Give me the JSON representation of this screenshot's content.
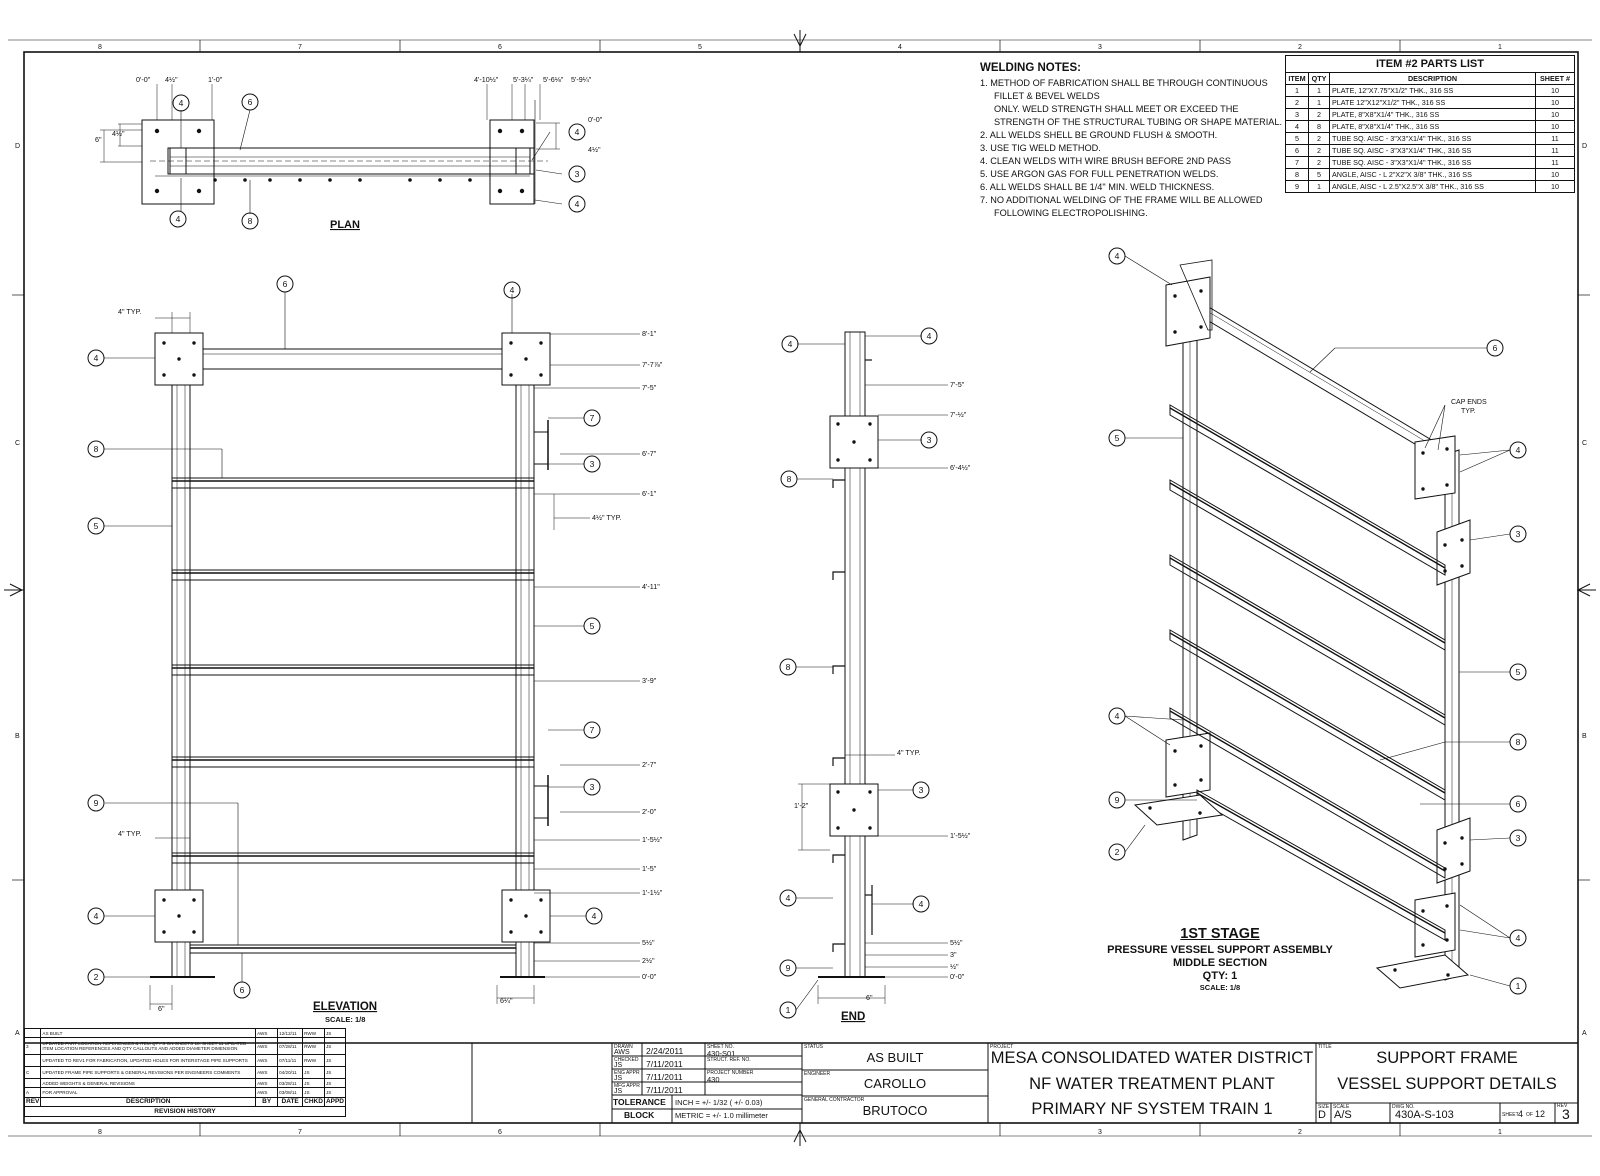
{
  "border": {
    "cols": [
      "8",
      "7",
      "6",
      "5",
      "4",
      "3",
      "2",
      "1"
    ],
    "rows": [
      "D",
      "C",
      "B",
      "A"
    ]
  },
  "plan": {
    "title": "PLAN",
    "dims": [
      "0'-0\"",
      "4½\"",
      "1'-0\"",
      "4'-10½\"",
      "5'-3¼\"",
      "5'-6⅛\"",
      "5'-9¼\"",
      "0'-0\"",
      "4½\"",
      "6\"",
      "4½\""
    ],
    "callouts": [
      "4",
      "6",
      "4",
      "3",
      "4",
      "4",
      "8"
    ]
  },
  "elevation": {
    "title": "ELEVATION",
    "scale": "SCALE: 1/8",
    "typ_top": "4\" TYP.",
    "typ_mid": "4\" TYP.",
    "bottom_left": "6\"",
    "bottom_right": "6¼\"",
    "dims": [
      "8'-1\"",
      "7'-7⅞\"",
      "7'-5\"",
      "6'-7\"",
      "6'-1\"",
      "4½\" TYP.",
      "4'-11\"",
      "3'-9\"",
      "2'-7\"",
      "2'-0\"",
      "1'-5½\"",
      "1'-5\"",
      "1'-1½\"",
      "5½\"",
      "2½\"",
      "0'-0\""
    ],
    "callouts": [
      "6",
      "4",
      "4",
      "8",
      "5",
      "7",
      "3",
      "5",
      "7",
      "3",
      "9",
      "4",
      "4",
      "2",
      "6"
    ]
  },
  "end": {
    "title": "END",
    "typ": "4\" TYP.",
    "vdim": "1'-2\"",
    "bottom": "6\"",
    "dims": [
      "7'-5\"",
      "7'-½\"",
      "6'-4½\"",
      "1'-5½\"",
      "5½\"",
      "3\"",
      "½\"",
      "0'-0\""
    ],
    "callouts": [
      "4",
      "4",
      "3",
      "8",
      "8",
      "3",
      "4",
      "4",
      "9",
      "1"
    ]
  },
  "iso": {
    "title": "1ST STAGE",
    "sub1": "PRESSURE VESSEL SUPPORT ASSEMBLY",
    "sub2": "MIDDLE SECTION",
    "qty": "QTY: 1",
    "scale": "SCALE: 1/8",
    "cap": "CAP ENDS",
    "cap2": "TYP.",
    "callouts": [
      "4",
      "6",
      "5",
      "4",
      "3",
      "5",
      "4",
      "8",
      "9",
      "6",
      "3",
      "2",
      "4",
      "1"
    ]
  },
  "welding": {
    "title": "WELDING NOTES:",
    "lines": [
      "1. METHOD OF FABRICATION SHALL BE THROUGH CONTINUOUS",
      "    FILLET & BEVEL WELDS",
      "    ONLY.  WELD STRENGTH SHALL MEET OR EXCEED THE",
      "    STRENGTH OF THE STRUCTURAL TUBING OR SHAPE MATERIAL.",
      "2. ALL WELDS SHELL BE GROUND FLUSH & SMOOTH.",
      "3. USE TIG WELD METHOD.",
      "4. CLEAN WELDS WITH WIRE BRUSH BEFORE 2ND PASS",
      "5. USE ARGON GAS FOR FULL PENETRATION WELDS.",
      "6. ALL WELDS SHALL BE 1/4\" MIN. WELD THICKNESS.",
      "7. NO ADDITIONAL WELDING OF THE FRAME WILL BE ALLOWED",
      "    FOLLOWING ELECTROPOLISHING."
    ]
  },
  "parts": {
    "title": "ITEM #2 PARTS LIST",
    "headers": [
      "ITEM",
      "QTY",
      "DESCRIPTION",
      "SHEET #"
    ],
    "rows": [
      [
        "1",
        "1",
        "PLATE, 12\"X7.75\"X1/2\" THK., 316 SS",
        "10"
      ],
      [
        "2",
        "1",
        "PLATE 12\"X12\"X1/2\" THK., 316 SS",
        "10"
      ],
      [
        "3",
        "2",
        "PLATE, 8\"X8\"X1/4\" THK., 316 SS",
        "10"
      ],
      [
        "4",
        "8",
        "PLATE, 8\"X8\"X1/4\" THK., 316 SS",
        "10"
      ],
      [
        "5",
        "2",
        "TUBE SQ. AISC - 3\"X3\"X1/4\" THK., 316 SS",
        "11"
      ],
      [
        "6",
        "2",
        "TUBE SQ. AISC - 3\"X3\"X1/4\" THK., 316 SS",
        "11"
      ],
      [
        "7",
        "2",
        "TUBE SQ. AISC - 3\"X3\"X1/4\" THK., 316 SS",
        "11"
      ],
      [
        "8",
        "5",
        "ANGLE, AISC - L 2\"X2\"X 3/8\" THK., 316 SS",
        "10"
      ],
      [
        "9",
        "1",
        "ANGLE, AISC - L 2.5\"X2.5\"X 3/8\" THK., 316 SS",
        "10"
      ]
    ]
  },
  "revision": {
    "rows": [
      [
        "",
        "AS BUILT",
        "AWS",
        "12/12/11",
        "RWW",
        "JS"
      ],
      [
        "3",
        "UPDATED PART LOCATION REFERENCES & ITEM QTY'S ON SHEETS 10. SHEET 11 UPDATED ITEM LOCATION REFERENCES AND QTY CALLOUTS AND ADDED DIAMETER DIMENSION",
        "AWS",
        "07/28/11",
        "RWW",
        "JS"
      ],
      [
        "",
        "UPDATED TO REV1 FOR FABRICATION, UPDATED HOLES FOR INTERSTAGE PIPE SUPPORTS",
        "AWS",
        "07/11/11",
        "RWW",
        "JS"
      ],
      [
        "C",
        "UPDATED FRAME PIPE SUPPORTS & GENERAL REVISIONS PER ENGINEERS COMMENTS",
        "AWS",
        "04/20/11",
        "JS",
        "JS"
      ],
      [
        "",
        "ADDED WEIGHTS & GENERAL REVISIONS",
        "AWS",
        "03/28/11",
        "JS",
        "JS"
      ],
      [
        "A",
        "FOR APPROVAL",
        "AWS",
        "03/08/11",
        "JS",
        "JS"
      ]
    ],
    "headers": [
      "REV",
      "DESCRIPTION",
      "BY",
      "DATE",
      "CHKD",
      "APPD"
    ],
    "title": "REVISION HISTORY"
  },
  "titleblock": {
    "drawn_lbl": "DRAWN",
    "drawn": "AWS",
    "date1": "2/24/2011",
    "sheet_ref_lbl": "SHEET NO.",
    "sheet_ref": "430-S01",
    "chk_lbl": "CHECKED",
    "chk": "JS",
    "date2": "7/11/2011",
    "struct_lbl": "STRUCT. REF. NO.",
    "appr_lbl": "ENG APPR",
    "appr": "JS",
    "date3": "7/11/2011",
    "proj_lbl": "PROJECT NUMBER",
    "proj": "430",
    "mfg_lbl": "MFG APPR",
    "mfg": "JS",
    "date4": "7/11/2011",
    "tol1": "TOLERANCE",
    "tol2": "BLOCK",
    "inch": "INCH = +/- 1/32 ( +/- 0.03)",
    "metric": "METRIC = +/- 1.0 millimeter",
    "status_lbl": "STATUS",
    "status": "AS BUILT",
    "engineer_lbl": "ENGINEER",
    "engineer": "CAROLLO",
    "gc_lbl": "GENERAL CONTRACTOR",
    "gc": "BRUTOCO",
    "project_lbl": "PROJECT",
    "p1": "MESA CONSOLIDATED WATER DISTRICT",
    "p2": "NF WATER TREATMENT PLANT",
    "p3": "PRIMARY NF SYSTEM TRAIN 1",
    "title_lbl": "TITLE",
    "t1": "SUPPORT FRAME",
    "t2": "VESSEL SUPPORT DETAILS",
    "size_lbl": "SIZE",
    "size": "D",
    "scale_lbl": "SCALE",
    "scale": "A/S",
    "dwg_lbl": "DWG NO.",
    "dwg": "430A-S-103",
    "sheet_txt": "SHEET",
    "sheet": "4",
    "of": "OF",
    "total": "12",
    "rev_lbl": "REV",
    "rev": "3"
  }
}
